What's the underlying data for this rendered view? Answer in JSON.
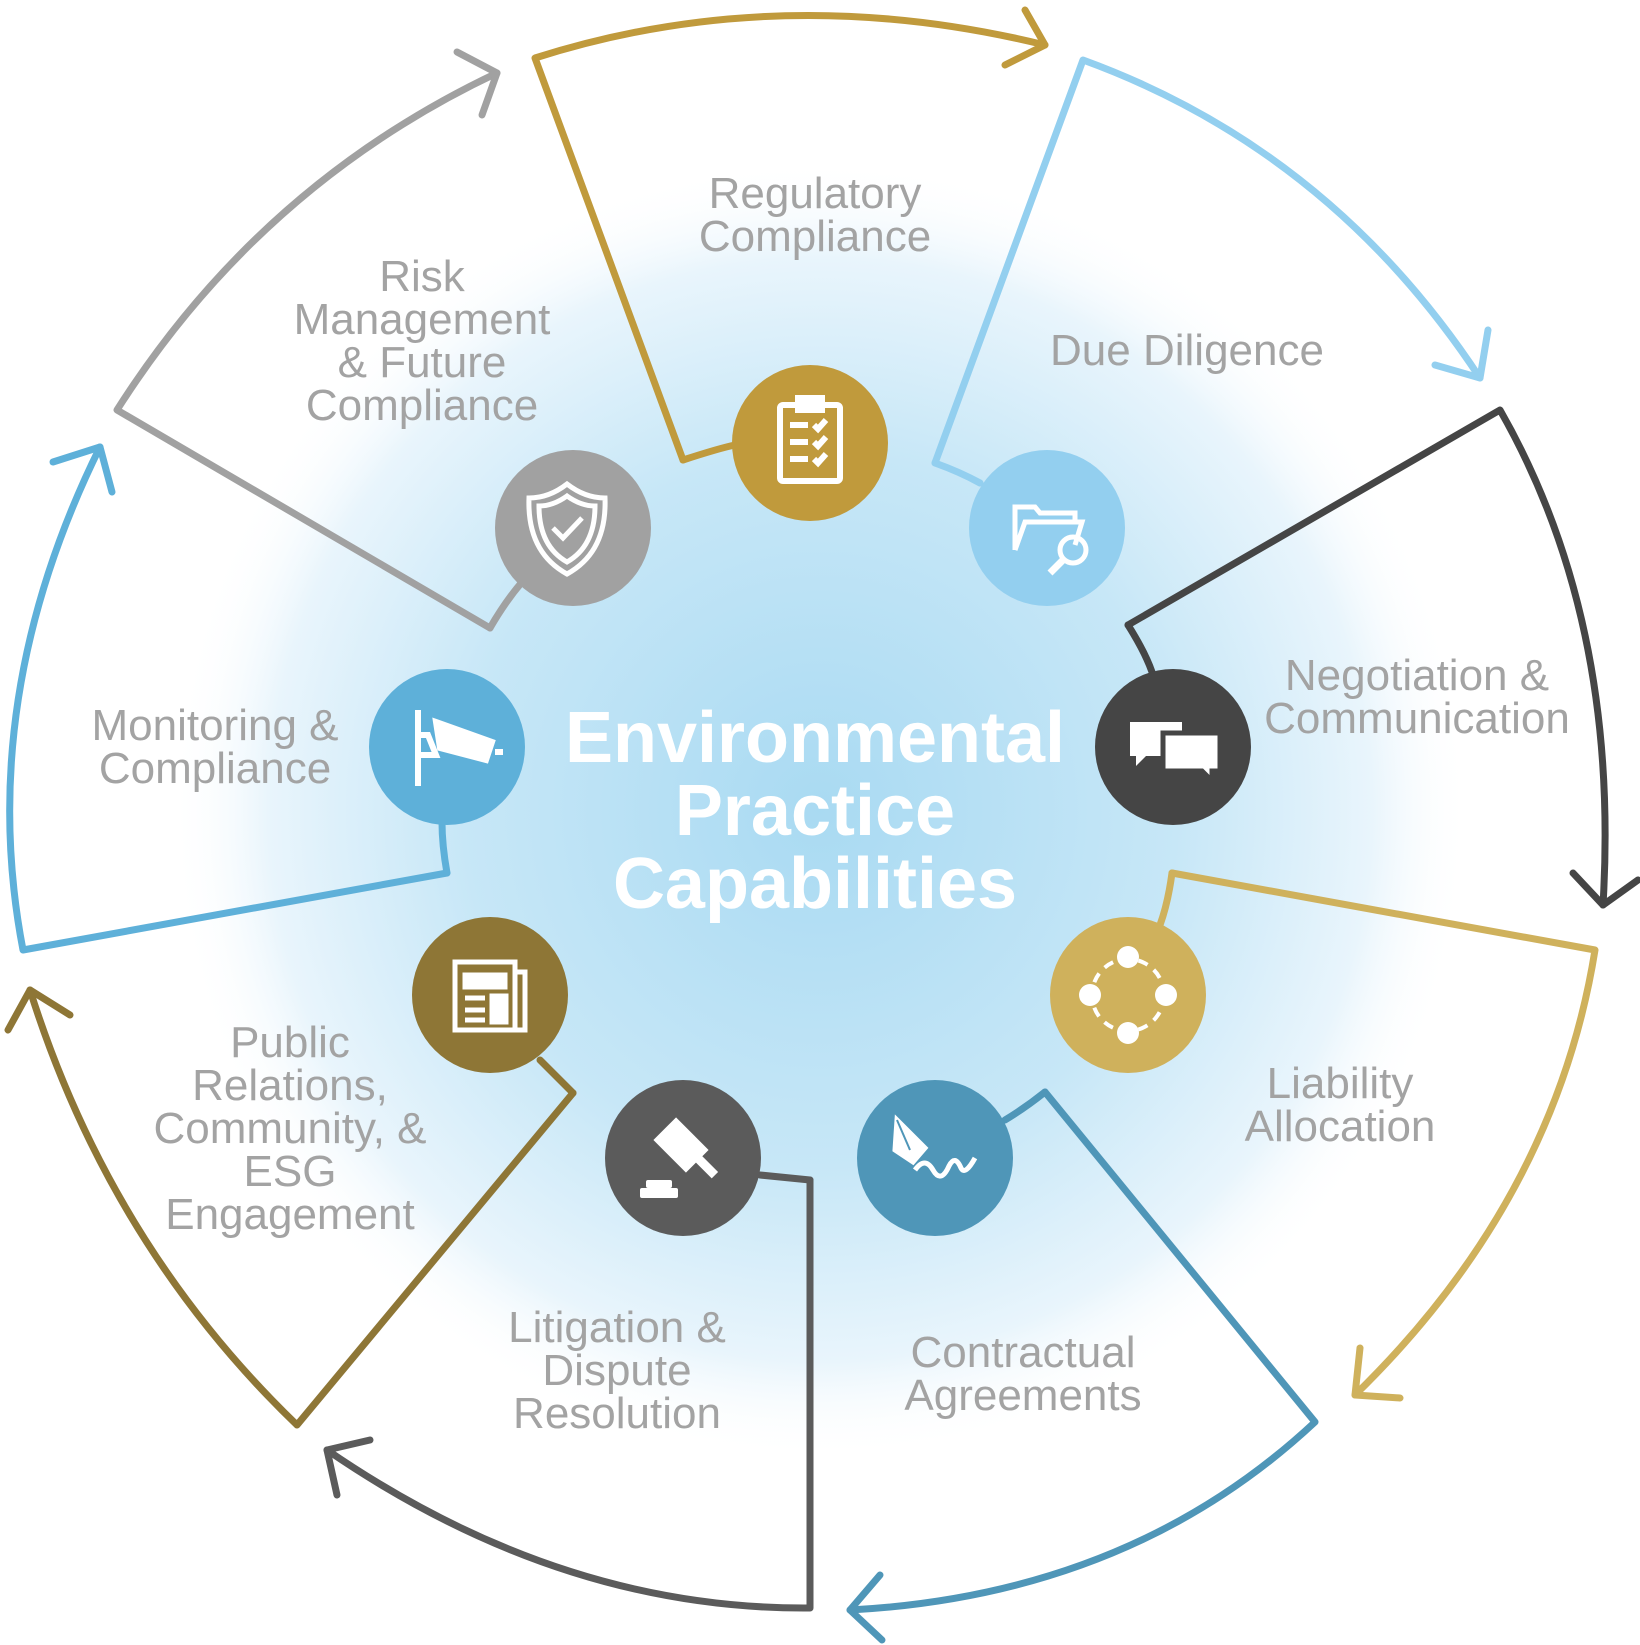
{
  "center": {
    "lines": [
      "Environmental",
      "Practice",
      "Capabilities"
    ]
  },
  "segments": [
    {
      "id": "regulatory-compliance",
      "lines": [
        "Regulatory",
        "Compliance"
      ],
      "color": "#c09a3c",
      "icon": "clipboard-checklist-icon"
    },
    {
      "id": "due-diligence",
      "lines": [
        "Due Diligence"
      ],
      "color": "#93cfef",
      "icon": "folder-search-icon"
    },
    {
      "id": "negotiation-communication",
      "lines": [
        "Negotiation &",
        "Communication"
      ],
      "color": "#454545",
      "icon": "chat-bubbles-icon"
    },
    {
      "id": "liability-allocation",
      "lines": [
        "Liability",
        "Allocation"
      ],
      "color": "#cfb15c",
      "icon": "circular-nodes-icon"
    },
    {
      "id": "contractual-agreements",
      "lines": [
        "Contractual",
        "Agreements"
      ],
      "color": "#4f96b8",
      "icon": "fountain-pen-signature-icon"
    },
    {
      "id": "litigation-dispute-resolution",
      "lines": [
        "Litigation &",
        "Dispute",
        "Resolution"
      ],
      "color": "#5b5b5b",
      "icon": "gavel-icon"
    },
    {
      "id": "public-relations-esg",
      "lines": [
        "Public",
        "Relations,",
        "Community, &",
        "ESG",
        "Engagement"
      ],
      "color": "#8e7636",
      "icon": "newspaper-icon"
    },
    {
      "id": "monitoring-compliance",
      "lines": [
        "Monitoring &",
        "Compliance"
      ],
      "color": "#5eb0d9",
      "icon": "security-camera-icon"
    },
    {
      "id": "risk-management",
      "lines": [
        "Risk",
        "Management",
        "& Future",
        "Compliance"
      ],
      "color": "#a1a1a1",
      "icon": "shield-check-icon"
    }
  ]
}
